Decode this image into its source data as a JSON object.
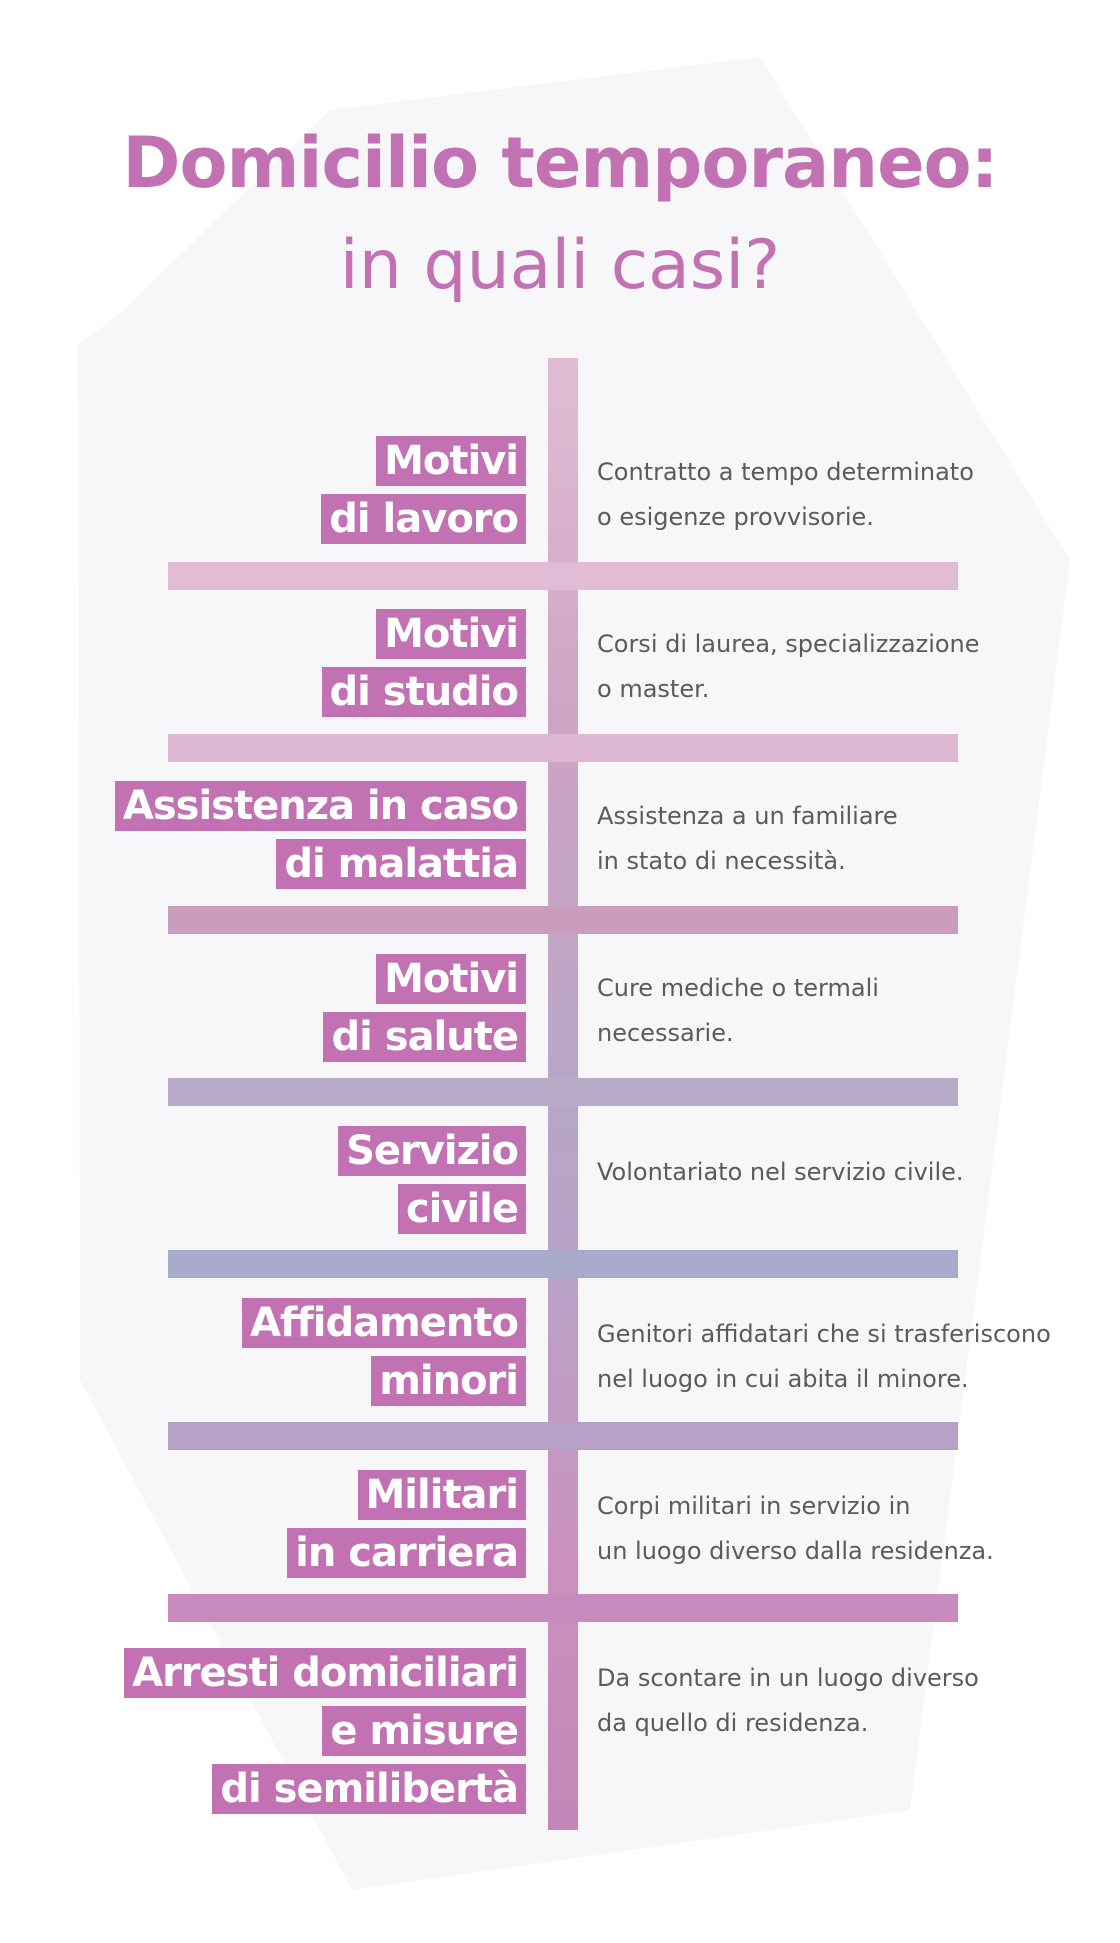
{
  "title": {
    "line1": "Domicilio temporaneo:",
    "line2": "in quali casi?"
  },
  "colors": {
    "accent": "#c271b3",
    "description_text": "#5b5b5b",
    "background_shape": "#f7f6f9"
  },
  "cases": [
    {
      "label": [
        "Motivi",
        "di lavoro"
      ],
      "description": [
        "Contratto a tempo determinato",
        "o esigenze provvisorie."
      ]
    },
    {
      "label": [
        "Motivi",
        "di studio"
      ],
      "description": [
        "Corsi di laurea, specializzazione",
        "o master."
      ]
    },
    {
      "label": [
        "Assistenza in caso",
        "di malattia"
      ],
      "description": [
        "Assistenza a un familiare",
        "in stato di necessità."
      ]
    },
    {
      "label": [
        "Motivi",
        "di salute"
      ],
      "description": [
        "Cure mediche o termali",
        "necessarie."
      ]
    },
    {
      "label": [
        "Servizio",
        "civile"
      ],
      "description": [
        "Volontariato nel servizio civile."
      ]
    },
    {
      "label": [
        "Affidamento",
        "minori"
      ],
      "description": [
        "Genitori affidatari che si trasferiscono",
        "nel luogo in cui abita il minore."
      ]
    },
    {
      "label": [
        "Militari",
        "in carriera"
      ],
      "description": [
        "Corpi militari in servizio in",
        "un luogo diverso dalla residenza."
      ]
    },
    {
      "label": [
        "Arresti domiciliari",
        "e misure",
        "di semilibertà"
      ],
      "description": [
        "Da scontare in un luogo diverso",
        "da quello di residenza."
      ]
    }
  ],
  "rung_colors": [
    "#e2bcd6",
    "#deb7d2",
    "#c99bbd",
    "#b8abc8",
    "#a8a9cb",
    "#b7a1c6",
    "#c98bbd"
  ]
}
